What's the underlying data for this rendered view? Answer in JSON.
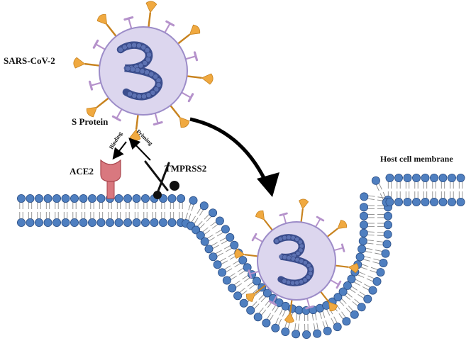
{
  "labels": {
    "virus": "SARS-CoV-2",
    "spike": "S Protein",
    "binding": "Binding",
    "priming": "Priming",
    "receptor": "ACE2",
    "protease": "TMPRSS2",
    "membrane": "Host cell membrane"
  },
  "colors": {
    "lipid_head": "#4f7fc0",
    "lipid_stroke": "#2c4f86",
    "lipid_tail": "#8a8a8a",
    "virus_body": "#dcd6ee",
    "virus_outline": "#9c8cc8",
    "rna": "#5d72b3",
    "spike": "#f0a940",
    "spike_stroke": "#c8831f",
    "m_protein": "#b592cb",
    "ace2": "#d9787f",
    "arrow": "#000000"
  },
  "icons": {
    "protease": "scissors-icon",
    "entry": "curved-arrow-icon"
  }
}
